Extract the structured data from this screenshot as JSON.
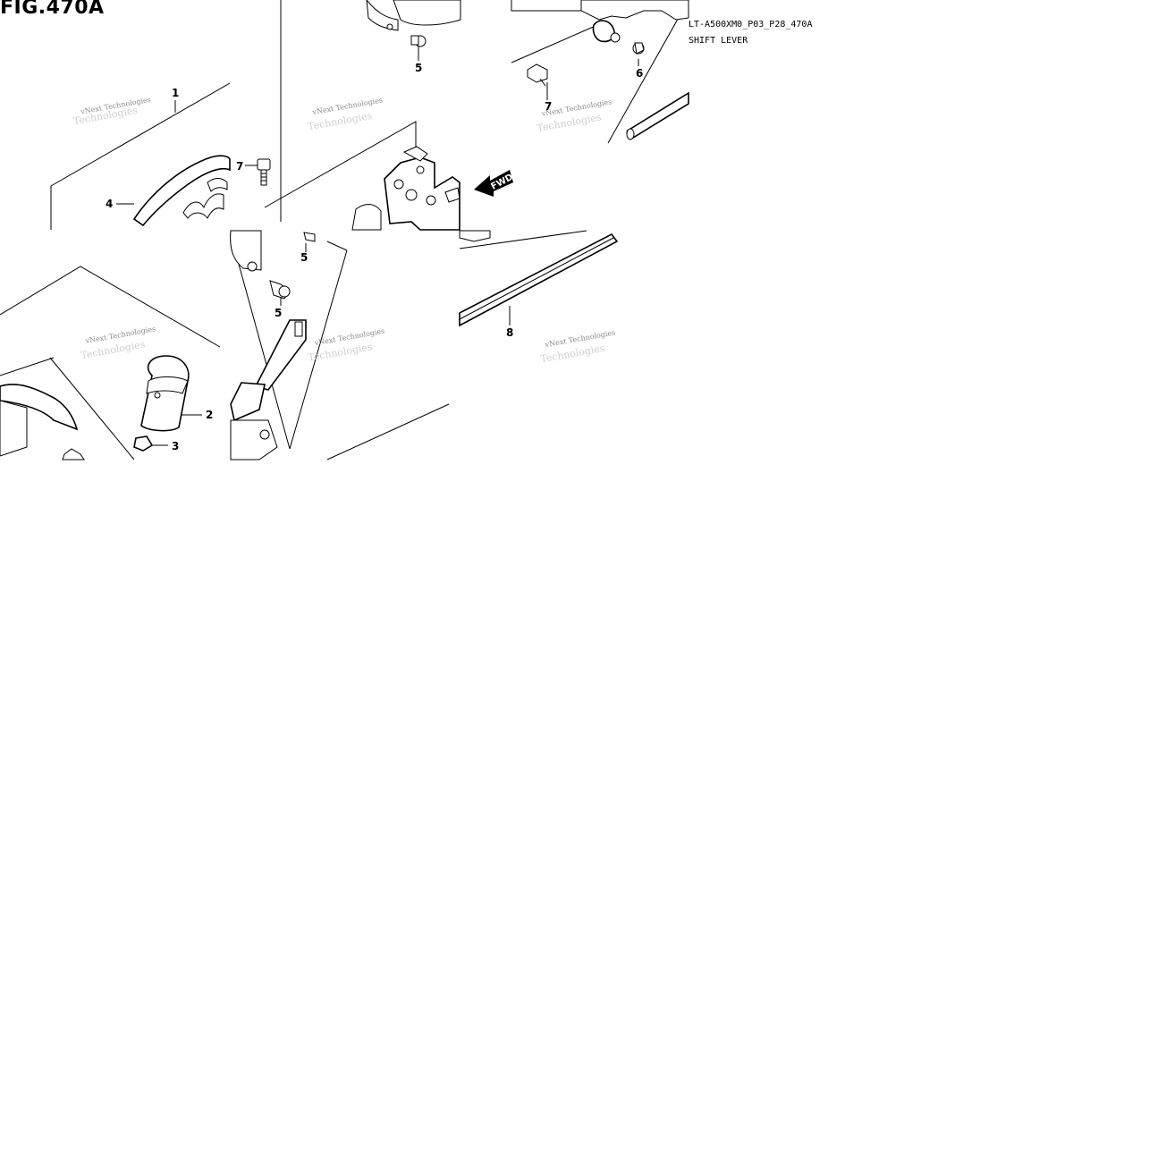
{
  "figure": {
    "title": "FIG.470A",
    "code": "LT-A500XM0_P03_P28_470A",
    "name": "SHIFT LEVER",
    "direction_label": "FWD"
  },
  "watermark": {
    "line1": "vNext Technologies",
    "line2": "Technologies"
  },
  "callouts": [
    {
      "id": "c1",
      "label": "1"
    },
    {
      "id": "c2",
      "label": "2"
    },
    {
      "id": "c3",
      "label": "3"
    },
    {
      "id": "c4",
      "label": "4"
    },
    {
      "id": "c5a",
      "label": "5"
    },
    {
      "id": "c5b",
      "label": "5"
    },
    {
      "id": "c5c",
      "label": "5"
    },
    {
      "id": "c6",
      "label": "6"
    },
    {
      "id": "c7a",
      "label": "7"
    },
    {
      "id": "c7b",
      "label": "7"
    },
    {
      "id": "c8",
      "label": "8"
    }
  ]
}
